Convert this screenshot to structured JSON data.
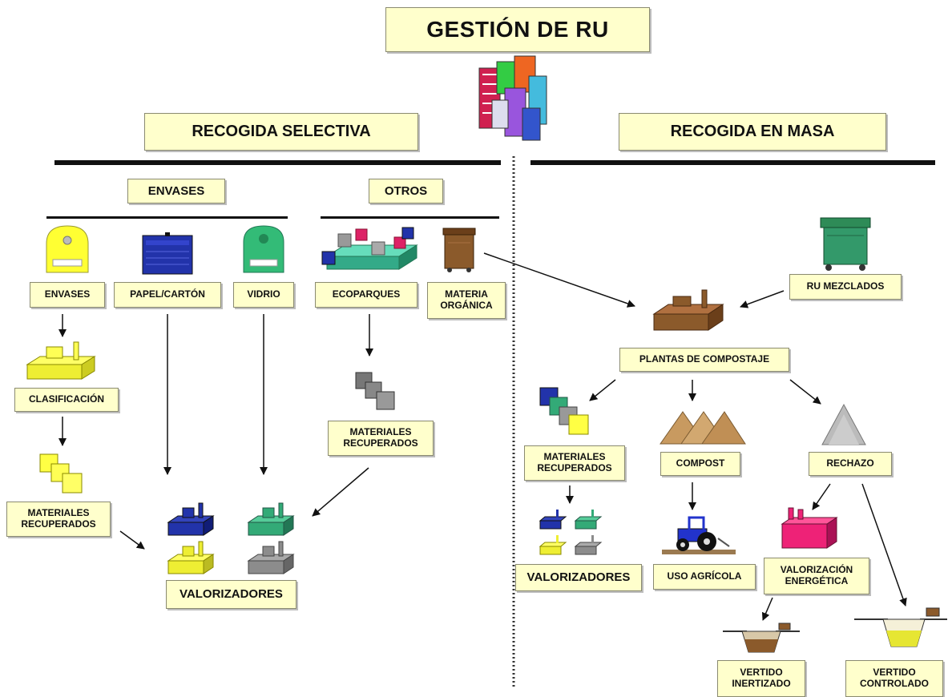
{
  "title": "GESTIÓN DE RU",
  "selectiva": {
    "heading": "RECOGIDA SELECTIVA",
    "envases_heading": "ENVASES",
    "otros_heading": "OTROS",
    "envases_label": "ENVASES",
    "papel_label": "PAPEL/CARTÓN",
    "vidrio_label": "VIDRIO",
    "ecoparques_label": "ECOPARQUES",
    "materia_organica_label": "MATERIA ORGÁNICA",
    "clasificacion_label": "CLASIFICACIÓN",
    "materiales_recuperados_left": "MATERIALES RECUPERADOS",
    "materiales_recuperados_mid": "MATERIALES RECUPERADOS",
    "valorizadores_label": "VALORIZADORES"
  },
  "masa": {
    "heading": "RECOGIDA EN MASA",
    "ru_mezclados_label": "RU MEZCLADOS",
    "plantas_label": "PLANTAS DE COMPOSTAJE",
    "materiales_recuperados_label": "MATERIALES RECUPERADOS",
    "compost_label": "COMPOST",
    "rechazo_label": "RECHAZO",
    "valorizadores_label": "VALORIZADORES",
    "uso_agricola_label": "USO AGRÍCOLA",
    "valorizacion_label": "VALORIZACIÓN ENERGÉTICA",
    "vertido_inertizado_label": "VERTIDO INERTIZADO",
    "vertido_controlado_label": "VERTIDO CONTROLADO"
  },
  "colors": {
    "box_fill": "#ffffcc",
    "yellow": "#ffff33",
    "blue": "#2233aa",
    "green": "#33aa77",
    "gray": "#8c8c8c",
    "brown": "#8b5a2b",
    "magenta": "#ee2277",
    "teal_container": "#2e8b57"
  }
}
